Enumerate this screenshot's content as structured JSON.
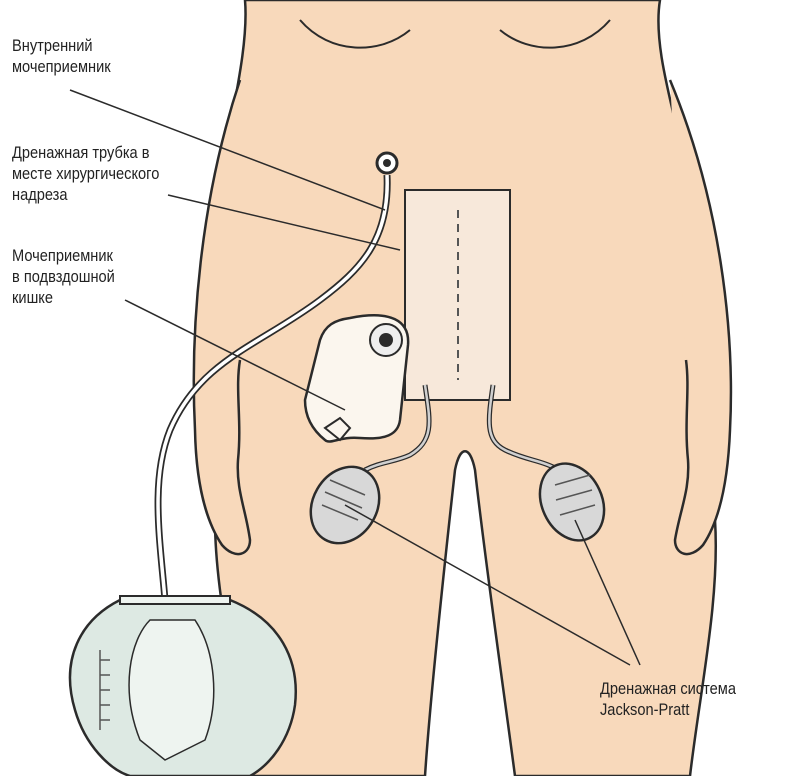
{
  "labels": {
    "internal_pouch": [
      "Внутренний",
      "мочеприемник"
    ],
    "drain_tube": [
      "Дренажная трубка в",
      "месте хирургического",
      "надреза"
    ],
    "ileal_pouch": [
      "Мочеприемник",
      "в подвздошной",
      "кишке"
    ],
    "jp_drain": [
      "Дренажная система",
      "Jackson-Pratt"
    ]
  },
  "colors": {
    "skin": "#f8d9bb",
    "outline": "#2b2b2b",
    "dressing": "#f7e8da",
    "pouch": "#fbf6ee",
    "bulb": "#d8d8d8",
    "bag": "#dde9e3",
    "bag_rim": "#eef4f0"
  }
}
